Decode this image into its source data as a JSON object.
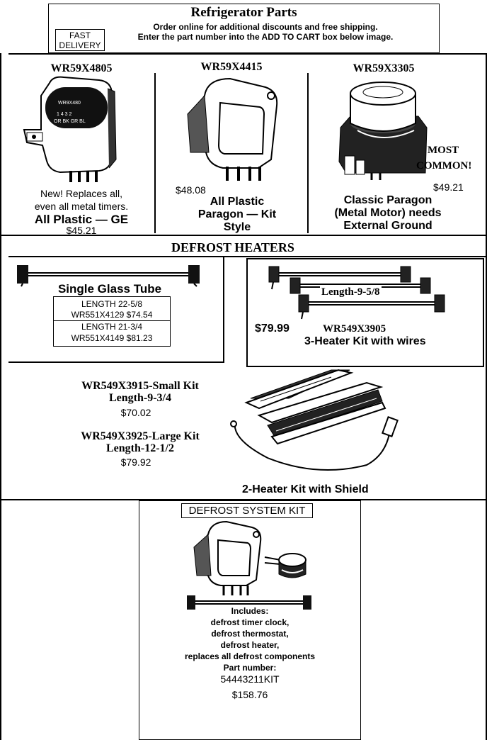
{
  "header": {
    "title": "Refrigerator Parts",
    "line1": "Order online for additional discounts and free shipping.",
    "line2": "Enter the part number into the ADD TO CART box below image.",
    "badge_line1": "FAST",
    "badge_line2": "DELIVERY"
  },
  "timers": [
    {
      "part": "WR59X4805",
      "desc1": "New! Replaces all,",
      "desc2": "even all metal timers.",
      "desc3": "All Plastic — GE",
      "price": "$45.21",
      "label_code": "WR9X480",
      "label_nums": "1  4  3  2",
      "label_colors": "OR BK GR BL"
    },
    {
      "part": "WR59X4415",
      "price": "$48.08",
      "desc1": "All Plastic",
      "desc2": "Paragon — Kit",
      "desc3": "Style"
    },
    {
      "part": "WR59X3305",
      "note1": "MOST",
      "note2": "COMMON!",
      "price": "$49.21",
      "desc1": "Classic Paragon",
      "desc2": "(Metal Motor) needs",
      "desc3": "External Ground"
    }
  ],
  "defrost": {
    "title": "DEFROST HEATERS",
    "glass_tube": {
      "title": "Single Glass Tube",
      "rows": [
        {
          "length": "LENGTH 22-5/8",
          "part": "WR551X4129",
          "price": "$74.54"
        },
        {
          "length": "LENGTH 21-3/4",
          "part": "WR551X4149",
          "price": "$81.23"
        }
      ]
    },
    "three_heater": {
      "length": "Length-9-5/8",
      "price": "$79.99",
      "part": "WR549X3905",
      "desc": "3-Heater Kit with wires"
    },
    "small_kit": {
      "part": "WR549X3915-Small Kit",
      "length": "Length-9-3/4",
      "price": "$70.02"
    },
    "large_kit": {
      "part": "WR549X3925-Large Kit",
      "length": "Length-12-1/2",
      "price": "$79.92"
    },
    "two_heater_label": "2-Heater Kit with Shield"
  },
  "system_kit": {
    "title": "DEFROST SYSTEM KIT",
    "includes": [
      "Includes:",
      "defrost timer clock,",
      "defrost thermostat,",
      "defrost heater,",
      "replaces all defrost components",
      "Part number:"
    ],
    "part": "54443211KIT",
    "price": "$158.76"
  }
}
